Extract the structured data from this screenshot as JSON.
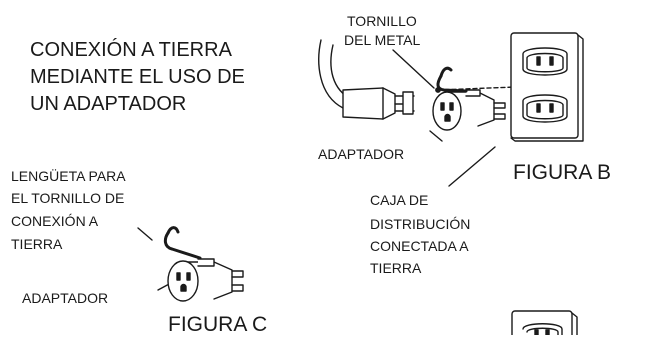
{
  "title": {
    "line1": "CONEXIÓN A TIERRA",
    "line2": "MEDIANTE EL USO DE",
    "line3": "UN ADAPTADOR"
  },
  "figure_b": {
    "label_screw_1": "TORNILLO",
    "label_screw_2": "DEL METAL",
    "label_adapter": "ADAPTADOR",
    "caption": "FIGURA B",
    "label_box_1": "CAJA DE",
    "label_box_2": "DISTRIBUCIÓN",
    "label_box_3": "CONECTADA A",
    "label_box_4": "TIERRA"
  },
  "figure_c": {
    "label_tab_1": "LENGÜETA PARA",
    "label_tab_2": "EL TORNILLO DE",
    "label_tab_3": "CONEXIÓN A",
    "label_tab_4": "TIERRA",
    "label_adapter": "ADAPTADOR",
    "caption": "FIGURA C"
  }
}
